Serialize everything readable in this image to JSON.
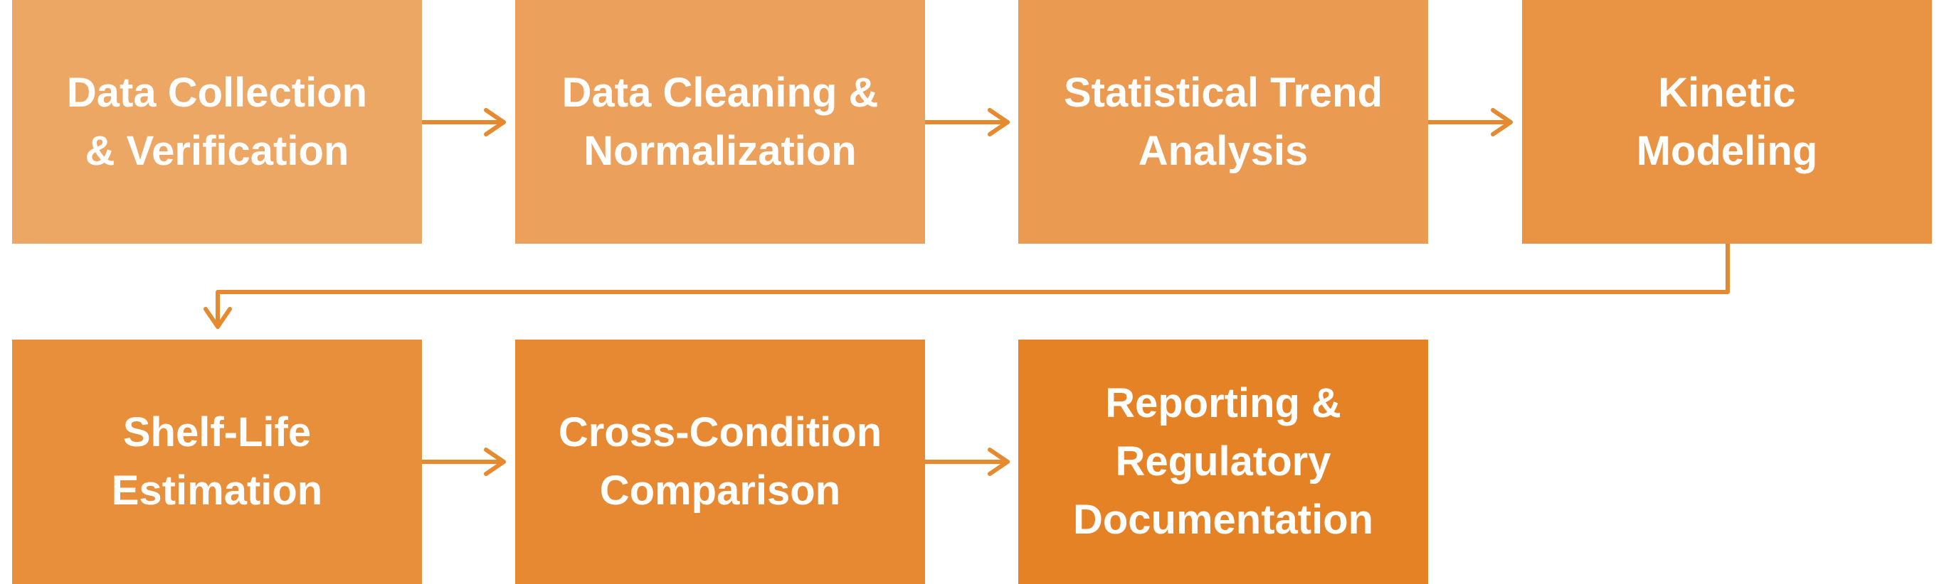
{
  "diagram": {
    "steps": [
      {
        "label": "Data Collection\n& Verification",
        "color": "#EDA765"
      },
      {
        "label": "Data Cleaning &\nNormalization",
        "color": "#EBA15C"
      },
      {
        "label": "Statistical Trend\nAnalysis",
        "color": "#EA9A51"
      },
      {
        "label": "Kinetic\nModeling",
        "color": "#E99444"
      },
      {
        "label": "Shelf-Life\nEstimation",
        "color": "#E88F3C"
      },
      {
        "label": "Cross-Condition\nComparison",
        "color": "#E78933"
      },
      {
        "label": "Reporting &\nRegulatory\nDocumentation",
        "color": "#E68226"
      }
    ],
    "connector_color": "#E68A30"
  }
}
